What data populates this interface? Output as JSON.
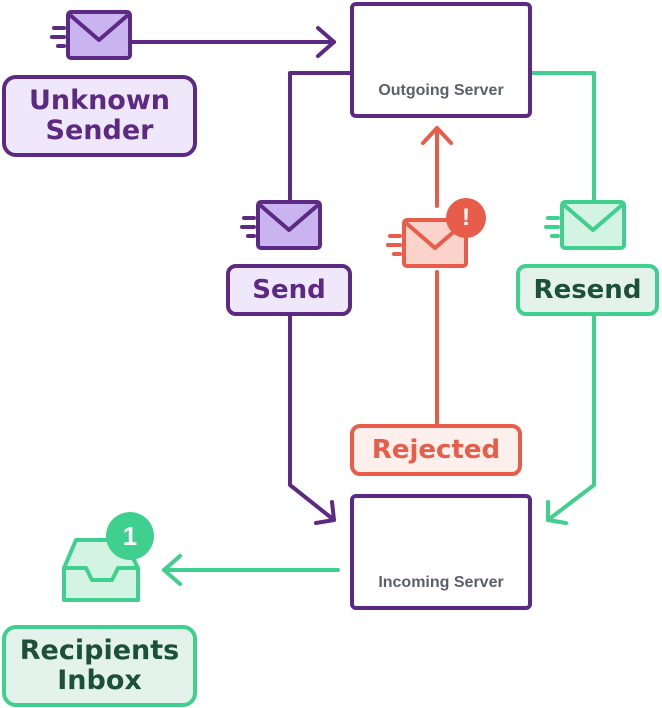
{
  "nodes": {
    "unknown_sender": "Unknown Sender",
    "outgoing_server": "Outgoing Server",
    "incoming_server": "Incoming Server",
    "recipients_inbox": "Recipients Inbox"
  },
  "labels": {
    "send": "Send",
    "rejected": "Rejected",
    "resend": "Resend"
  },
  "badges": {
    "rejected_alert": "!",
    "inbox_count": "1"
  },
  "colors": {
    "purple": "#5c2a83",
    "purple_fill": "#efe8fb",
    "purple_icon": "#c9b4f0",
    "green": "#3fcf8e",
    "green_fill": "#e3f3ec",
    "green_text": "#1c4f3e",
    "red": "#e85c4a",
    "red_fill": "#fdf0ec",
    "server_label": "#5a5f6a"
  },
  "icons": [
    "mail-icon",
    "server-icon",
    "inbox-tray-icon",
    "alert-badge-icon"
  ]
}
